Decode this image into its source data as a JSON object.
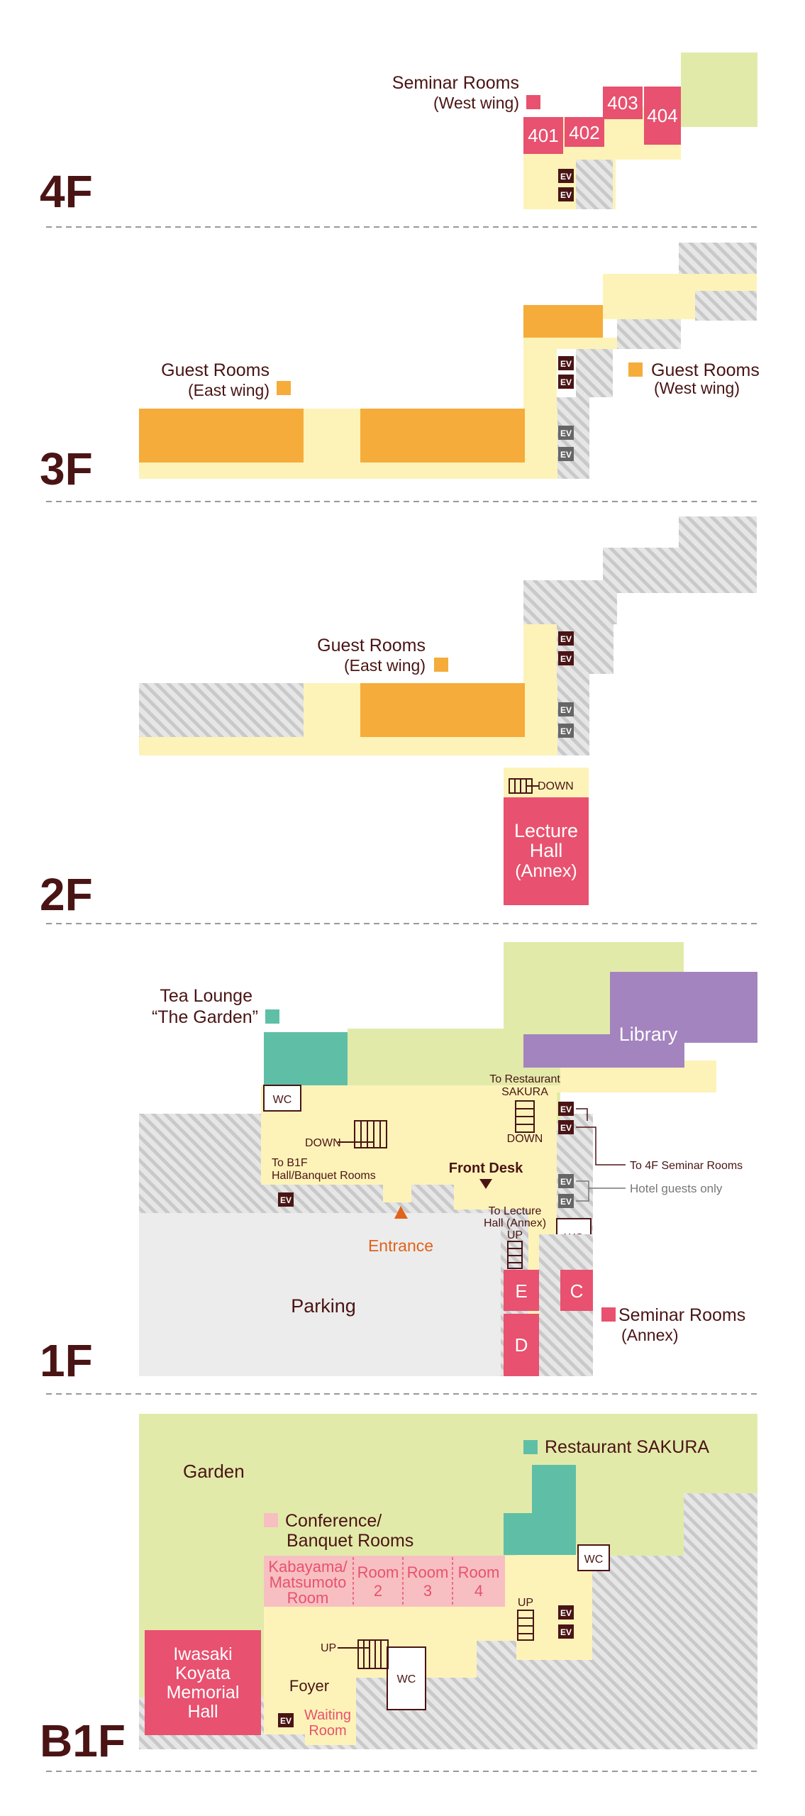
{
  "colors": {
    "corridor": "#fdf3b8",
    "guest_rooms": "#f5ac3b",
    "seminar": "#e8516f",
    "conference": "#f7bfc1",
    "restaurant": "#5fbfa6",
    "library": "#a384bf",
    "garden": "#e2eaaa",
    "parking": "#ececec",
    "hatch": "#cccccc",
    "text": "#4a1414",
    "orange_text": "#e0621b"
  },
  "floors": {
    "f4": {
      "label": "4F",
      "seminar_label_1": "Seminar Rooms",
      "seminar_label_2": "(West wing)",
      "rooms": [
        "401",
        "402",
        "403",
        "404"
      ]
    },
    "f3": {
      "label": "3F",
      "east_1": "Guest Rooms",
      "east_2": "(East wing)",
      "west_1": "Guest Rooms",
      "west_2": "(West wing)"
    },
    "f2": {
      "label": "2F",
      "east_1": "Guest Rooms",
      "east_2": "(East wing)",
      "down": "DOWN",
      "lecture_1": "Lecture",
      "lecture_2": "Hall",
      "lecture_3": "(Annex)"
    },
    "f1": {
      "label": "1F",
      "tea_1": "Tea Lounge",
      "tea_2": "“The Garden”",
      "library": "Library",
      "wc": "WC",
      "to_rest_1": "To Restaurant",
      "to_rest_2": "SAKURA",
      "down": "DOWN",
      "to_b1f_1": "To B1F",
      "to_b1f_2": "Hall/Banquet Rooms",
      "front_desk": "Front Desk",
      "to_4f": "To 4F Seminar Rooms",
      "guests_only": "Hotel guests only",
      "to_lecture_1": "To Lecture",
      "to_lecture_2": "Hall (Annex)",
      "up": "UP",
      "entrance": "Entrance",
      "parking": "Parking",
      "room_e": "E",
      "room_c": "C",
      "room_d": "D",
      "seminar_1": "Seminar Rooms",
      "seminar_2": "(Annex)"
    },
    "b1f": {
      "label": "B1F",
      "garden": "Garden",
      "restaurant": "Restaurant SAKURA",
      "conf_1": "Conference/",
      "conf_2": "Banquet Rooms",
      "kaba_1": "Kabayama/",
      "kaba_2": "Matsumoto",
      "kaba_3": "Room",
      "room_word": "Room",
      "room2": "2",
      "room3": "3",
      "room4": "4",
      "wc": "WC",
      "up": "UP",
      "memorial_1": "Iwasaki",
      "memorial_2": "Koyata",
      "memorial_3": "Memorial",
      "memorial_4": "Hall",
      "foyer": "Foyer",
      "waiting_1": "Waiting",
      "waiting_2": "Room"
    }
  },
  "ev_label": "EV"
}
